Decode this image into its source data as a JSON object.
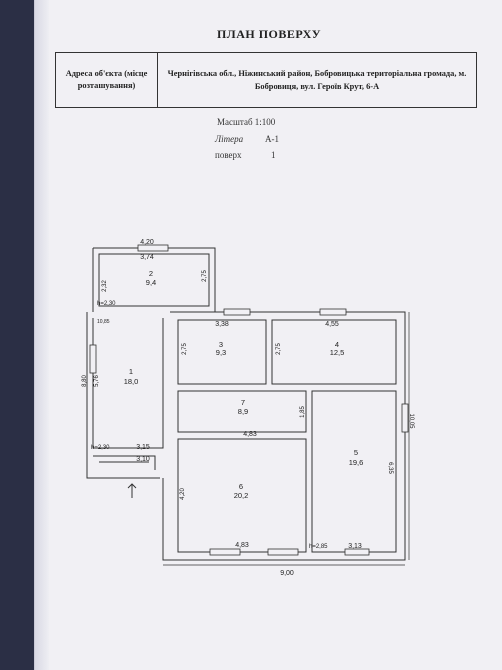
{
  "title": "ПЛАН ПОВЕРХУ",
  "address": {
    "label": "Адреса об'єкта (місце розташування)",
    "value": "Чернігівська обл., Ніжинський район, Бобровицька територіальна громада, м. Бобровиця, вул. Героїв Крут, 6-А"
  },
  "meta": {
    "scale": "Масштаб 1:100",
    "litera_label": "Літера",
    "litera_value": "А-1",
    "floor_label": "поверх",
    "floor_value": "1"
  },
  "rooms": [
    {
      "number": "1",
      "area": "18,0"
    },
    {
      "number": "2",
      "area": "9,4"
    },
    {
      "number": "3",
      "area": "9,3"
    },
    {
      "number": "4",
      "area": "12,5"
    },
    {
      "number": "5",
      "area": "19,6"
    },
    {
      "number": "6",
      "area": "20,2"
    },
    {
      "number": "7",
      "area": "8,9"
    }
  ],
  "dimensions": {
    "top_outer": "4,20",
    "top_inner": "3,74",
    "r2_left": "2,32",
    "r2_right": "2,75",
    "h_2_30_top": "h=2,30",
    "r3_width": "3,38",
    "r3_height": "2,75",
    "r4_width": "4,55",
    "r4_height": "2,75",
    "left_outer": "8,80",
    "left_inner": "5,76",
    "r7_width": "4,83",
    "r7_height": "1,85",
    "h_2_30_mid": "h=2,30",
    "w_3_15": "3,15",
    "w_3_10": "3,10",
    "r6_width": "4,83",
    "r6_height": "4,20",
    "h_2_85": "h=2,85",
    "w_3_13": "3,13",
    "r5_height": "6,35",
    "right_outer": "10,05",
    "bottom_total": "9,00",
    "tag": "10,85"
  }
}
